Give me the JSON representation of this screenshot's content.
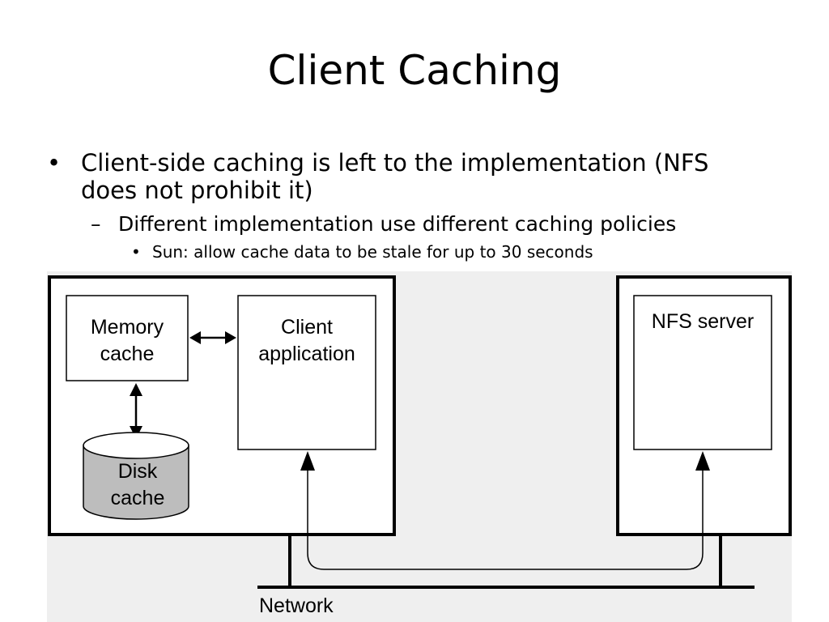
{
  "slide": {
    "title": "Client Caching",
    "bullets": {
      "l1": {
        "marker": "•",
        "text_line1": "Client-side caching is left to the implementation (NFS",
        "text_line2": "does not prohibit it)"
      },
      "l2": {
        "marker": "–",
        "text": "Different implementation use different caching policies"
      },
      "l3": {
        "marker": "•",
        "text": "Sun: allow cache data to be stale for up to 30 seconds"
      }
    }
  },
  "diagram": {
    "memory_cache": {
      "line1": "Memory",
      "line2": "cache"
    },
    "client_application": {
      "line1": "Client",
      "line2": "application"
    },
    "disk_cache": {
      "line1": "Disk",
      "line2": "cache"
    },
    "nfs_server": {
      "label": "NFS server"
    },
    "network": {
      "label": "Network"
    },
    "colors": {
      "background_panel": "#efefef",
      "disk_fill": "#bdbdbd",
      "stroke": "#000000"
    }
  }
}
